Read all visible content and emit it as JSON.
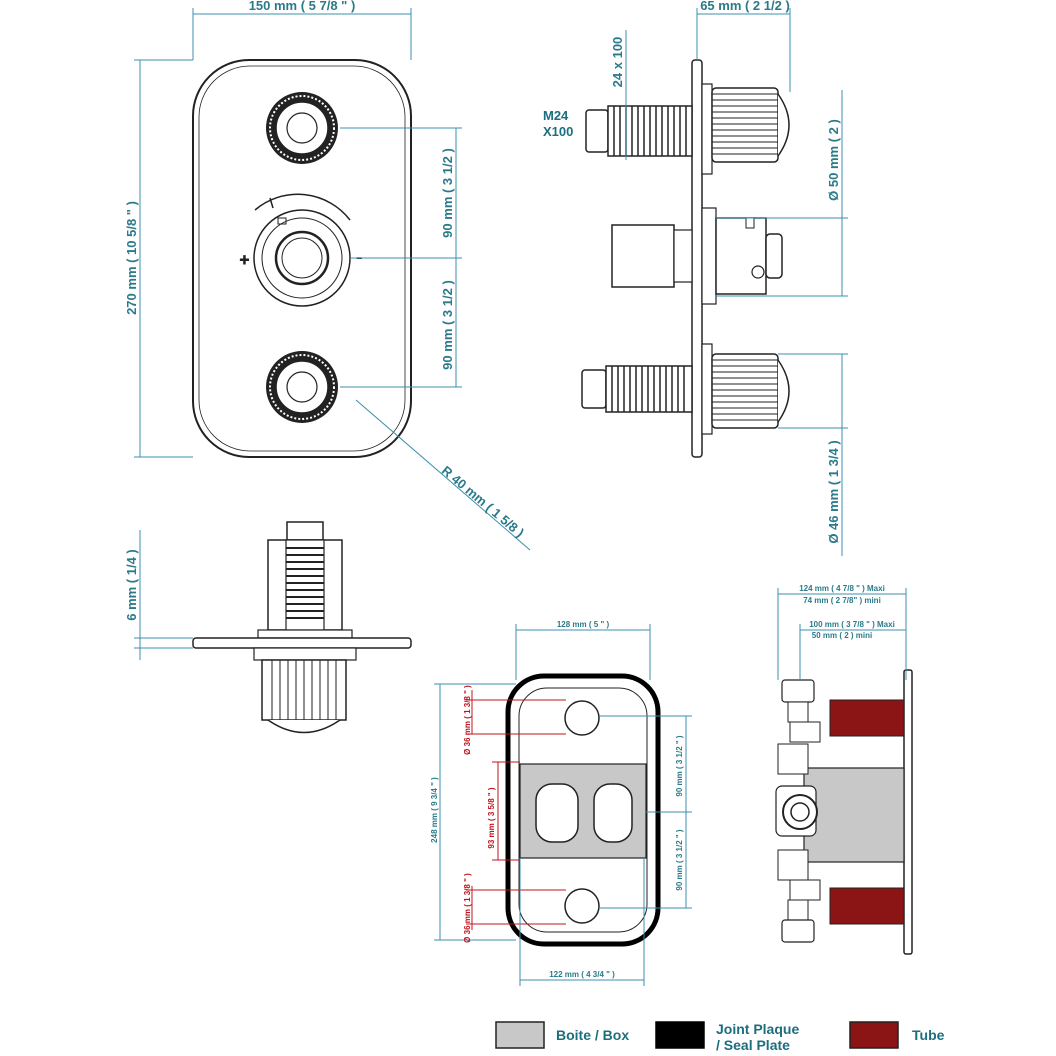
{
  "dimensions": {
    "front_width": "150 mm ( 5 7/8 \" )",
    "side_depth": "65 mm ( 2 1/2 )",
    "thread_size": "24 x 100",
    "thread_label_1": "M24",
    "thread_label_2": "X100",
    "front_height": "270 mm ( 10 5/8 \" )",
    "spacing_upper": "90 mm ( 3 1/2 )",
    "spacing_lower": "90 mm ( 3 1/2 )",
    "diameter_50": "Ø 50 mm ( 2 )",
    "diameter_46": "Ø 46 mm ( 1 3/4 )",
    "radius": "R 40 mm ( 1 5/8 )",
    "plate_thickness": "6 mm ( 1/4 )",
    "seal_width": "128 mm ( 5 \" )",
    "seal_height": "248 mm ( 9 3/4 \" )",
    "hole_dia_top": "Ø 36 mm ( 1 3/8 \" )",
    "hole_dia_bottom": "Ø 36 mm ( 1 3/8 \" )",
    "inner_height": "93 mm ( 3 5/8 \" )",
    "seal_spacing_upper": "90 mm ( 3 1/2 \" )",
    "seal_spacing_lower": "90 mm ( 3 1/2 \" )",
    "box_width": "122 mm ( 4 3/4 \" )",
    "depth_max": "124 mm ( 4 7/8 \" )  Maxi",
    "depth_min": "74 mm ( 2 7/8\" ) mini",
    "depth2_max": "100 mm ( 3 7/8 \" )  Maxi",
    "depth2_min": "50 mm ( 2 ) mini"
  },
  "knob_marks": {
    "plus": "+",
    "minus": "–"
  },
  "legend": {
    "box": "Boite / Box",
    "seal_line1": "Joint Plaque",
    "seal_line2": "/ Seal Plate",
    "tube": "Tube"
  },
  "colors": {
    "box": "#c8c8c8",
    "seal": "#000000",
    "tube": "#8b1414",
    "dimension": "#2a7a8a",
    "red_dimension": "#c0141c"
  }
}
